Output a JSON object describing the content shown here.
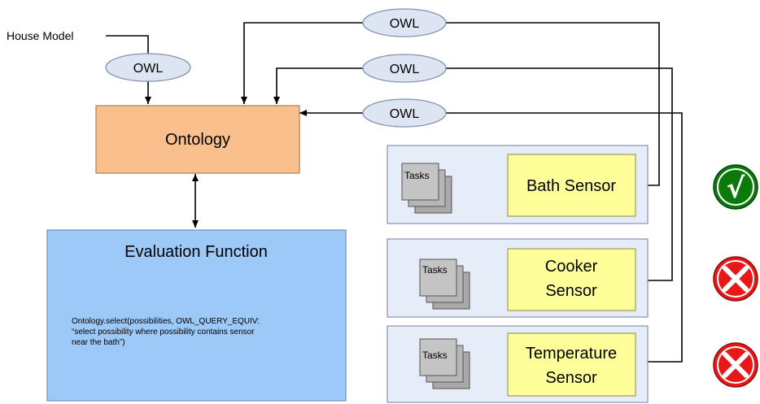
{
  "house_model_label": "House Model",
  "owl": {
    "house_model": "OWL",
    "top": "OWL",
    "middle": "OWL",
    "lower": "OWL"
  },
  "ontology": {
    "label": "Ontology",
    "fill": "#f9c08e"
  },
  "evaluation": {
    "title": "Evaluation Function",
    "code_lines": [
      "Ontology.select(possibilities, OWL_QUERY_EQUIV:",
      "“select possibility where possibility contains sensor",
      "near the bath”)"
    ],
    "fill": "#9cc9f8"
  },
  "sensors": [
    {
      "tasks_label": "Tasks",
      "name_lines": [
        "Bath Sensor"
      ],
      "status": "check"
    },
    {
      "tasks_label": "Tasks",
      "name_lines": [
        "Cooker",
        "Sensor"
      ],
      "status": "cross"
    },
    {
      "tasks_label": "Tasks",
      "name_lines": [
        "Temperature",
        "Sensor"
      ],
      "status": "cross"
    }
  ],
  "status_icons": {
    "check": {
      "symbol": "√",
      "color": "#0b7a0b"
    },
    "cross": {
      "symbol": "✗",
      "color": "#e81818"
    }
  },
  "colors": {
    "owl_fill": "#dde4f2",
    "sensor_panel_fill": "#e6ecf8",
    "sensor_box_fill": "#ffff99",
    "tasks_fill": "#bfbfbf"
  }
}
